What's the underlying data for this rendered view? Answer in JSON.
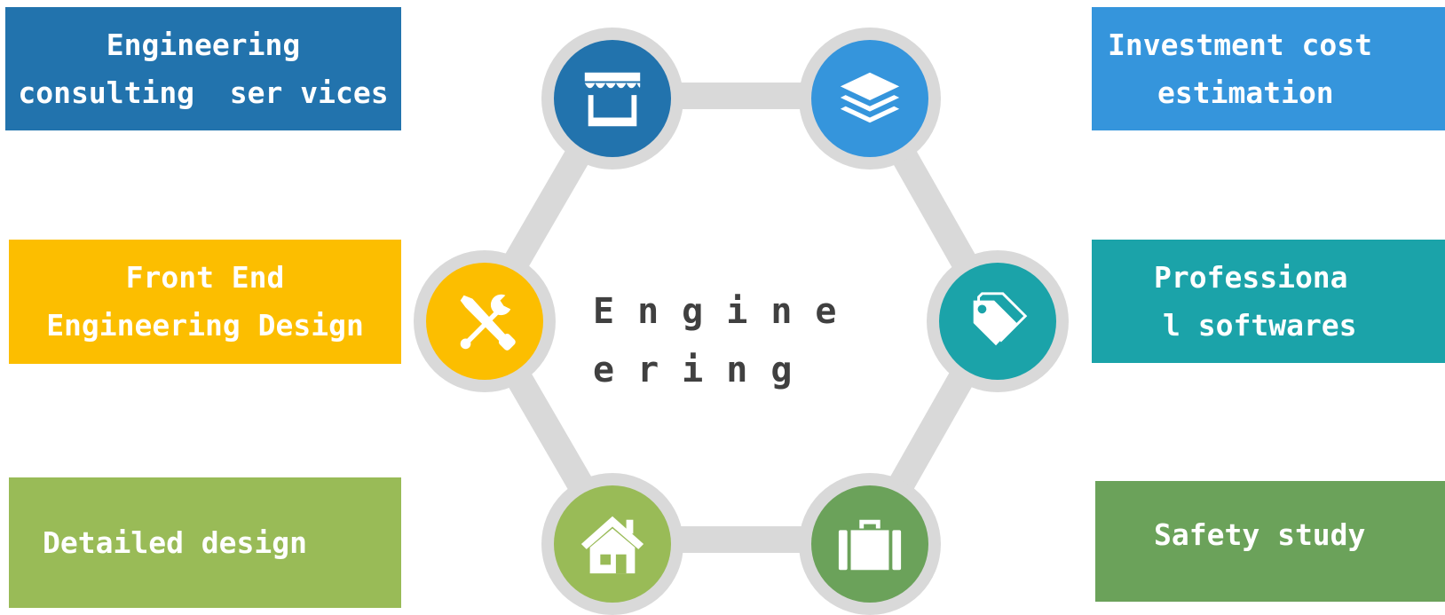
{
  "center_label": "Engineering",
  "colors": {
    "box_consulting": "#2273ad",
    "box_investment": "#3595dc",
    "box_feed": "#fcbe00",
    "box_software": "#1ba3a9",
    "box_detailed": "#99bb57",
    "box_safety": "#6ba25a",
    "ring": "#d9d9d9"
  },
  "boxes": {
    "consulting": {
      "line1": "Engineering",
      "line2": "consulting  ser vices"
    },
    "investment": {
      "line1": "Investment cost",
      "line2": "estimation"
    },
    "feed": {
      "line1": "Front End",
      "line2": "Engineering Design"
    },
    "software": {
      "line1": "Professiona",
      "line2": "l softwares"
    },
    "detailed": {
      "line1": "Detailed design"
    },
    "safety": {
      "line1": "Safety study"
    }
  },
  "icons": {
    "top_left": "storefront-icon",
    "top_right": "layers-icon",
    "mid_left": "tools-icon",
    "mid_right": "tag-icon",
    "bottom_left": "house-icon",
    "bottom_right": "briefcase-icon"
  }
}
